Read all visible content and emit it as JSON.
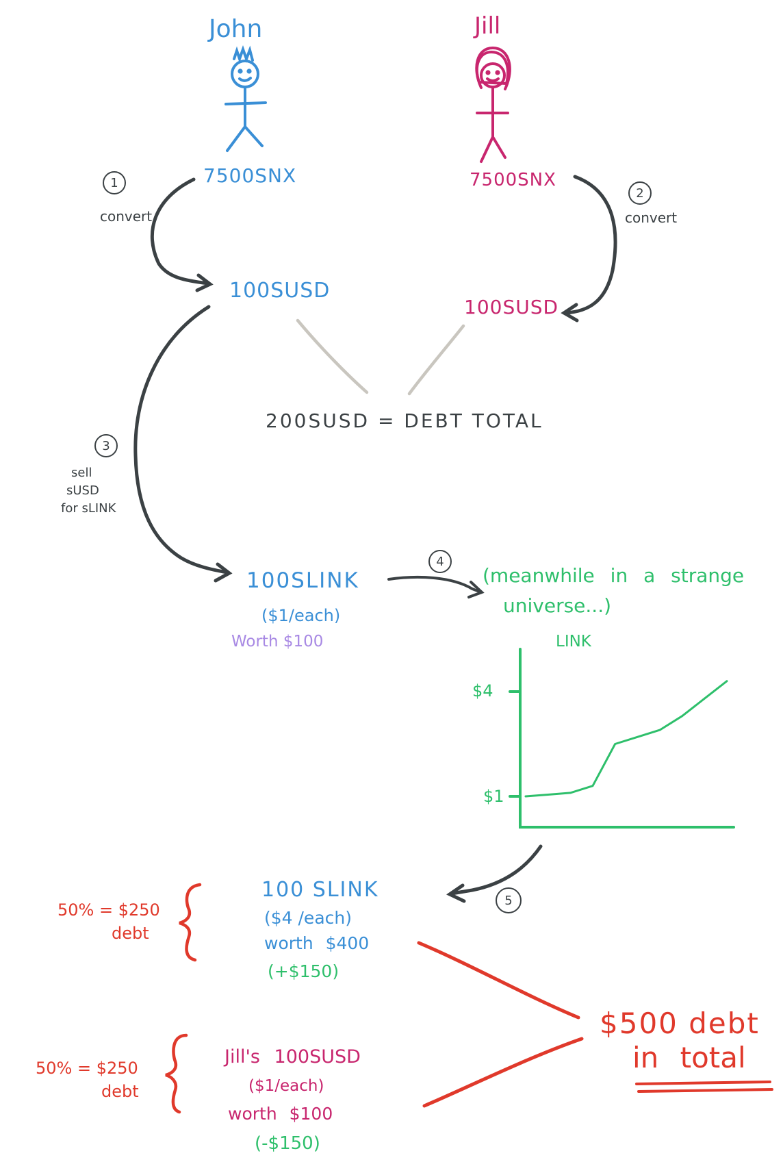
{
  "people": {
    "john": {
      "name": "John",
      "snx": "7500SNX",
      "susd": "100SUSD"
    },
    "jill": {
      "name": "Jill",
      "snx": "7500SNX",
      "susd": "100SUSD"
    }
  },
  "steps": {
    "s1": {
      "num": "1",
      "label": "convert"
    },
    "s2": {
      "num": "2",
      "label": "convert"
    },
    "s3": {
      "num": "3",
      "label_lines": [
        "sell",
        "sUSD",
        "for sLINK"
      ]
    },
    "s4": {
      "num": "4"
    },
    "s5": {
      "num": "5"
    }
  },
  "debt_total": "200SUSD = DEBT TOTAL",
  "slink": {
    "amount": "100SLINK",
    "price": "($1/each)",
    "worth": "Worth $100"
  },
  "meanwhile": {
    "line1": "(meanwhile in a strange",
    "line2": "universe...)"
  },
  "chart_data": {
    "type": "line",
    "title": "LINK",
    "y_ticks": [
      "$1",
      "$4"
    ],
    "series": [
      {
        "values": [
          1.0,
          1.05,
          1.1,
          1.3,
          2.5,
          2.7,
          2.9,
          3.3,
          3.8,
          4.3
        ]
      }
    ]
  },
  "john_after": {
    "line1": "100 SLINK",
    "line2": "($4 /each)",
    "line3": "worth $400",
    "change": "(+$150)",
    "share": "50% = $250",
    "share_label": "debt"
  },
  "jill_after": {
    "line1": "Jill's 100SUSD",
    "line2": "($1/each)",
    "line3": "worth $100",
    "change": "(-$150)",
    "share": "50% = $250",
    "share_label": "debt"
  },
  "total": {
    "line1": "$500 debt",
    "line2": "in total"
  },
  "colors": {
    "john": "#3a8fd6",
    "jill": "#c8266e",
    "arrow": "#3b4144",
    "chart": "#2ebf6b",
    "debt": "#e0392b",
    "connector": "#c9c6bf",
    "worth": "#a889e4"
  }
}
